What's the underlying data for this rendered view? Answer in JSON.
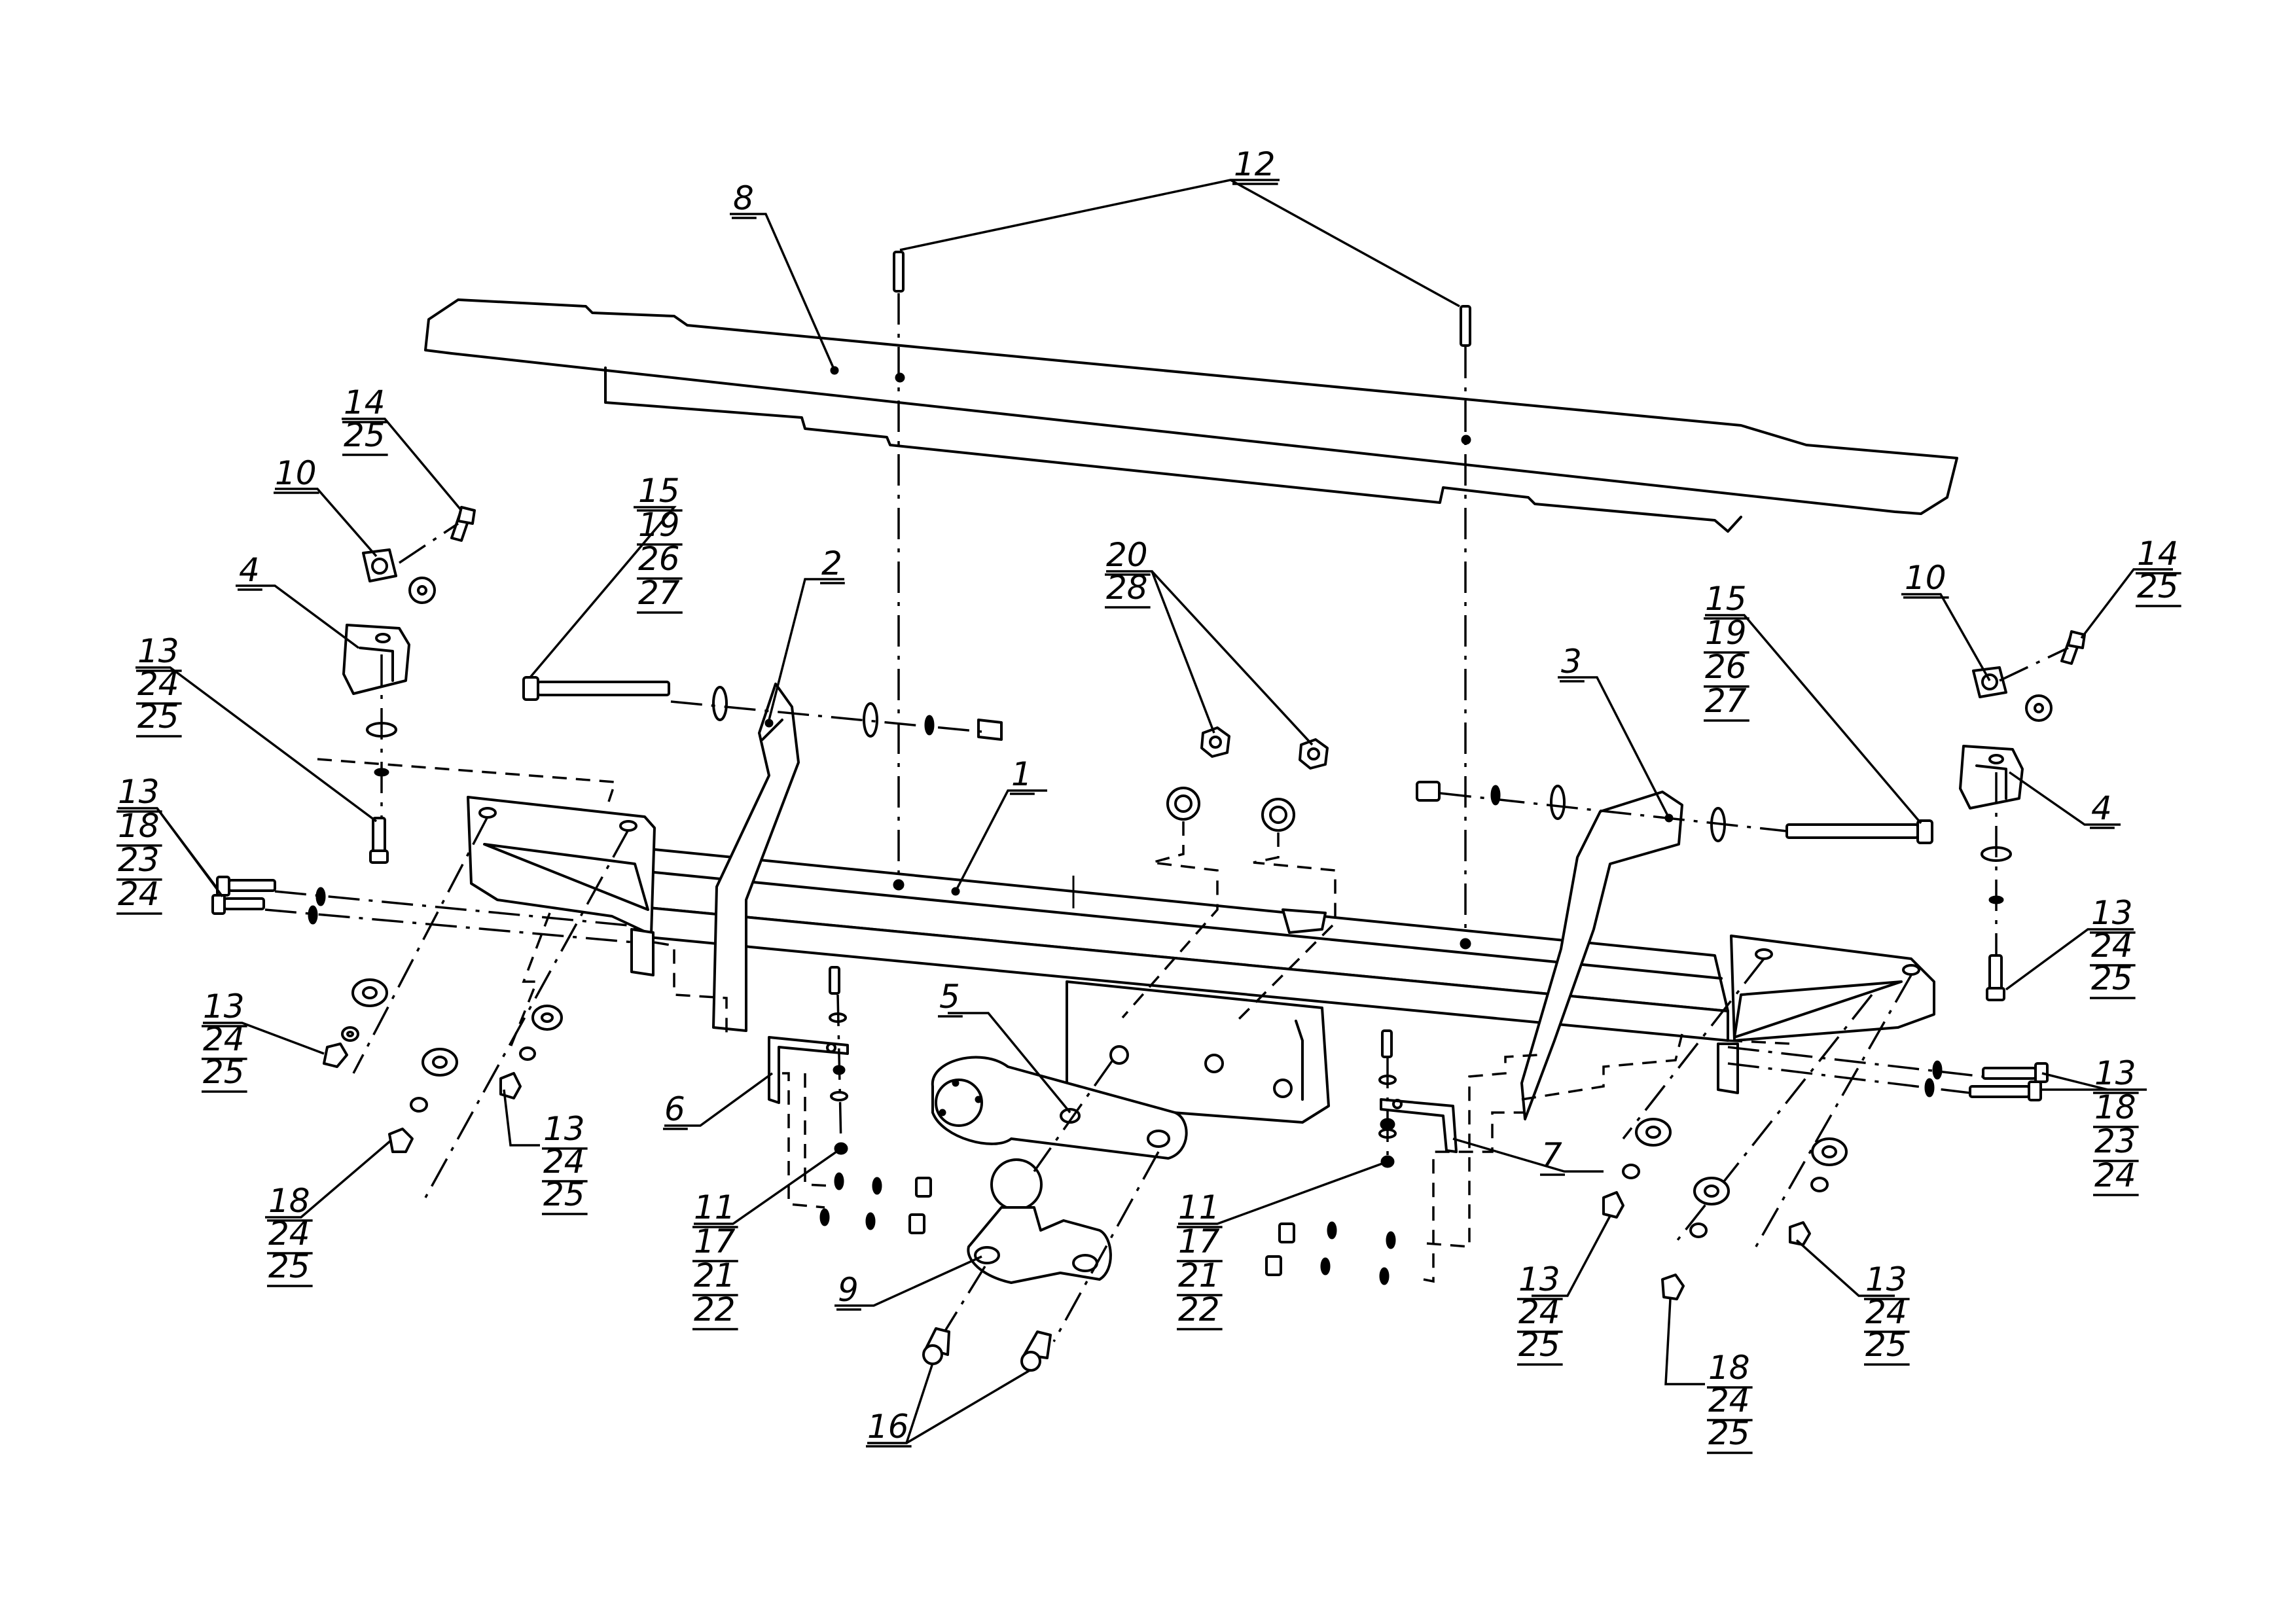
{
  "callouts": [
    {
      "id": "c-12",
      "lines": [
        "12"
      ]
    },
    {
      "id": "c-8",
      "lines": [
        "8"
      ]
    },
    {
      "id": "c-14-left",
      "lines": [
        "14",
        "25"
      ]
    },
    {
      "id": "c-10-left",
      "lines": [
        "10"
      ]
    },
    {
      "id": "c-4-left",
      "lines": [
        "4"
      ]
    },
    {
      "id": "c-13-left-top",
      "lines": [
        "13",
        "24",
        "25"
      ]
    },
    {
      "id": "c-15-left",
      "lines": [
        "15",
        "19",
        "26",
        "27"
      ]
    },
    {
      "id": "c-2",
      "lines": [
        "2"
      ]
    },
    {
      "id": "c-20",
      "lines": [
        "20",
        "28"
      ]
    },
    {
      "id": "c-15-right",
      "lines": [
        "15",
        "19",
        "26",
        "27"
      ]
    },
    {
      "id": "c-3",
      "lines": [
        "3"
      ]
    },
    {
      "id": "c-10-right",
      "lines": [
        "10"
      ]
    },
    {
      "id": "c-14-right",
      "lines": [
        "14",
        "25"
      ]
    },
    {
      "id": "c-4-right",
      "lines": [
        "4"
      ]
    },
    {
      "id": "c-1",
      "lines": [
        "1"
      ]
    },
    {
      "id": "c-13-left-bolts",
      "lines": [
        "13",
        "18",
        "23",
        "24"
      ]
    },
    {
      "id": "c-13-right-top",
      "lines": [
        "13",
        "24",
        "25"
      ]
    },
    {
      "id": "c-13-right-bolts",
      "lines": [
        "13",
        "18",
        "23",
        "24"
      ]
    },
    {
      "id": "c-13-left-low",
      "lines": [
        "13",
        "24",
        "25"
      ]
    },
    {
      "id": "c-5",
      "lines": [
        "5"
      ]
    },
    {
      "id": "c-6",
      "lines": [
        "6"
      ]
    },
    {
      "id": "c-7",
      "lines": [
        "7"
      ]
    },
    {
      "id": "c-18-left",
      "lines": [
        "18",
        "24",
        "25"
      ]
    },
    {
      "id": "c-13-left-mid",
      "lines": [
        "13",
        "24",
        "25"
      ]
    },
    {
      "id": "c-11-left",
      "lines": [
        "11",
        "17",
        "21",
        "22"
      ]
    },
    {
      "id": "c-9",
      "lines": [
        "9"
      ]
    },
    {
      "id": "c-11-right",
      "lines": [
        "11",
        "17",
        "21",
        "22"
      ]
    },
    {
      "id": "c-13-right-low",
      "lines": [
        "13",
        "24",
        "25"
      ]
    },
    {
      "id": "c-13-right-far",
      "lines": [
        "13",
        "24",
        "25"
      ]
    },
    {
      "id": "c-16",
      "lines": [
        "16"
      ]
    },
    {
      "id": "c-18-right",
      "lines": [
        "18",
        "24",
        "25"
      ]
    }
  ]
}
